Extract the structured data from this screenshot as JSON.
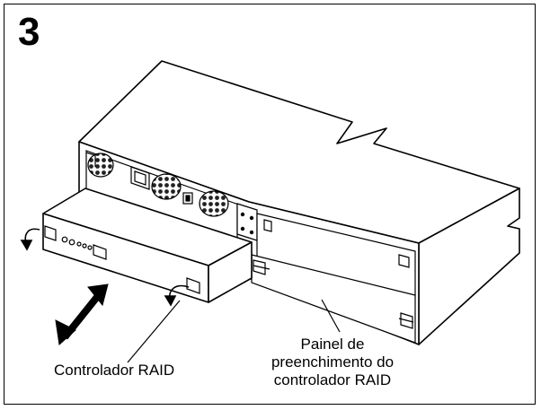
{
  "step_number": "3",
  "labels": {
    "raid_controller": "Controlador RAID",
    "filler_panel": [
      "Painel de",
      "preenchimento do",
      "controlador RAID"
    ]
  }
}
